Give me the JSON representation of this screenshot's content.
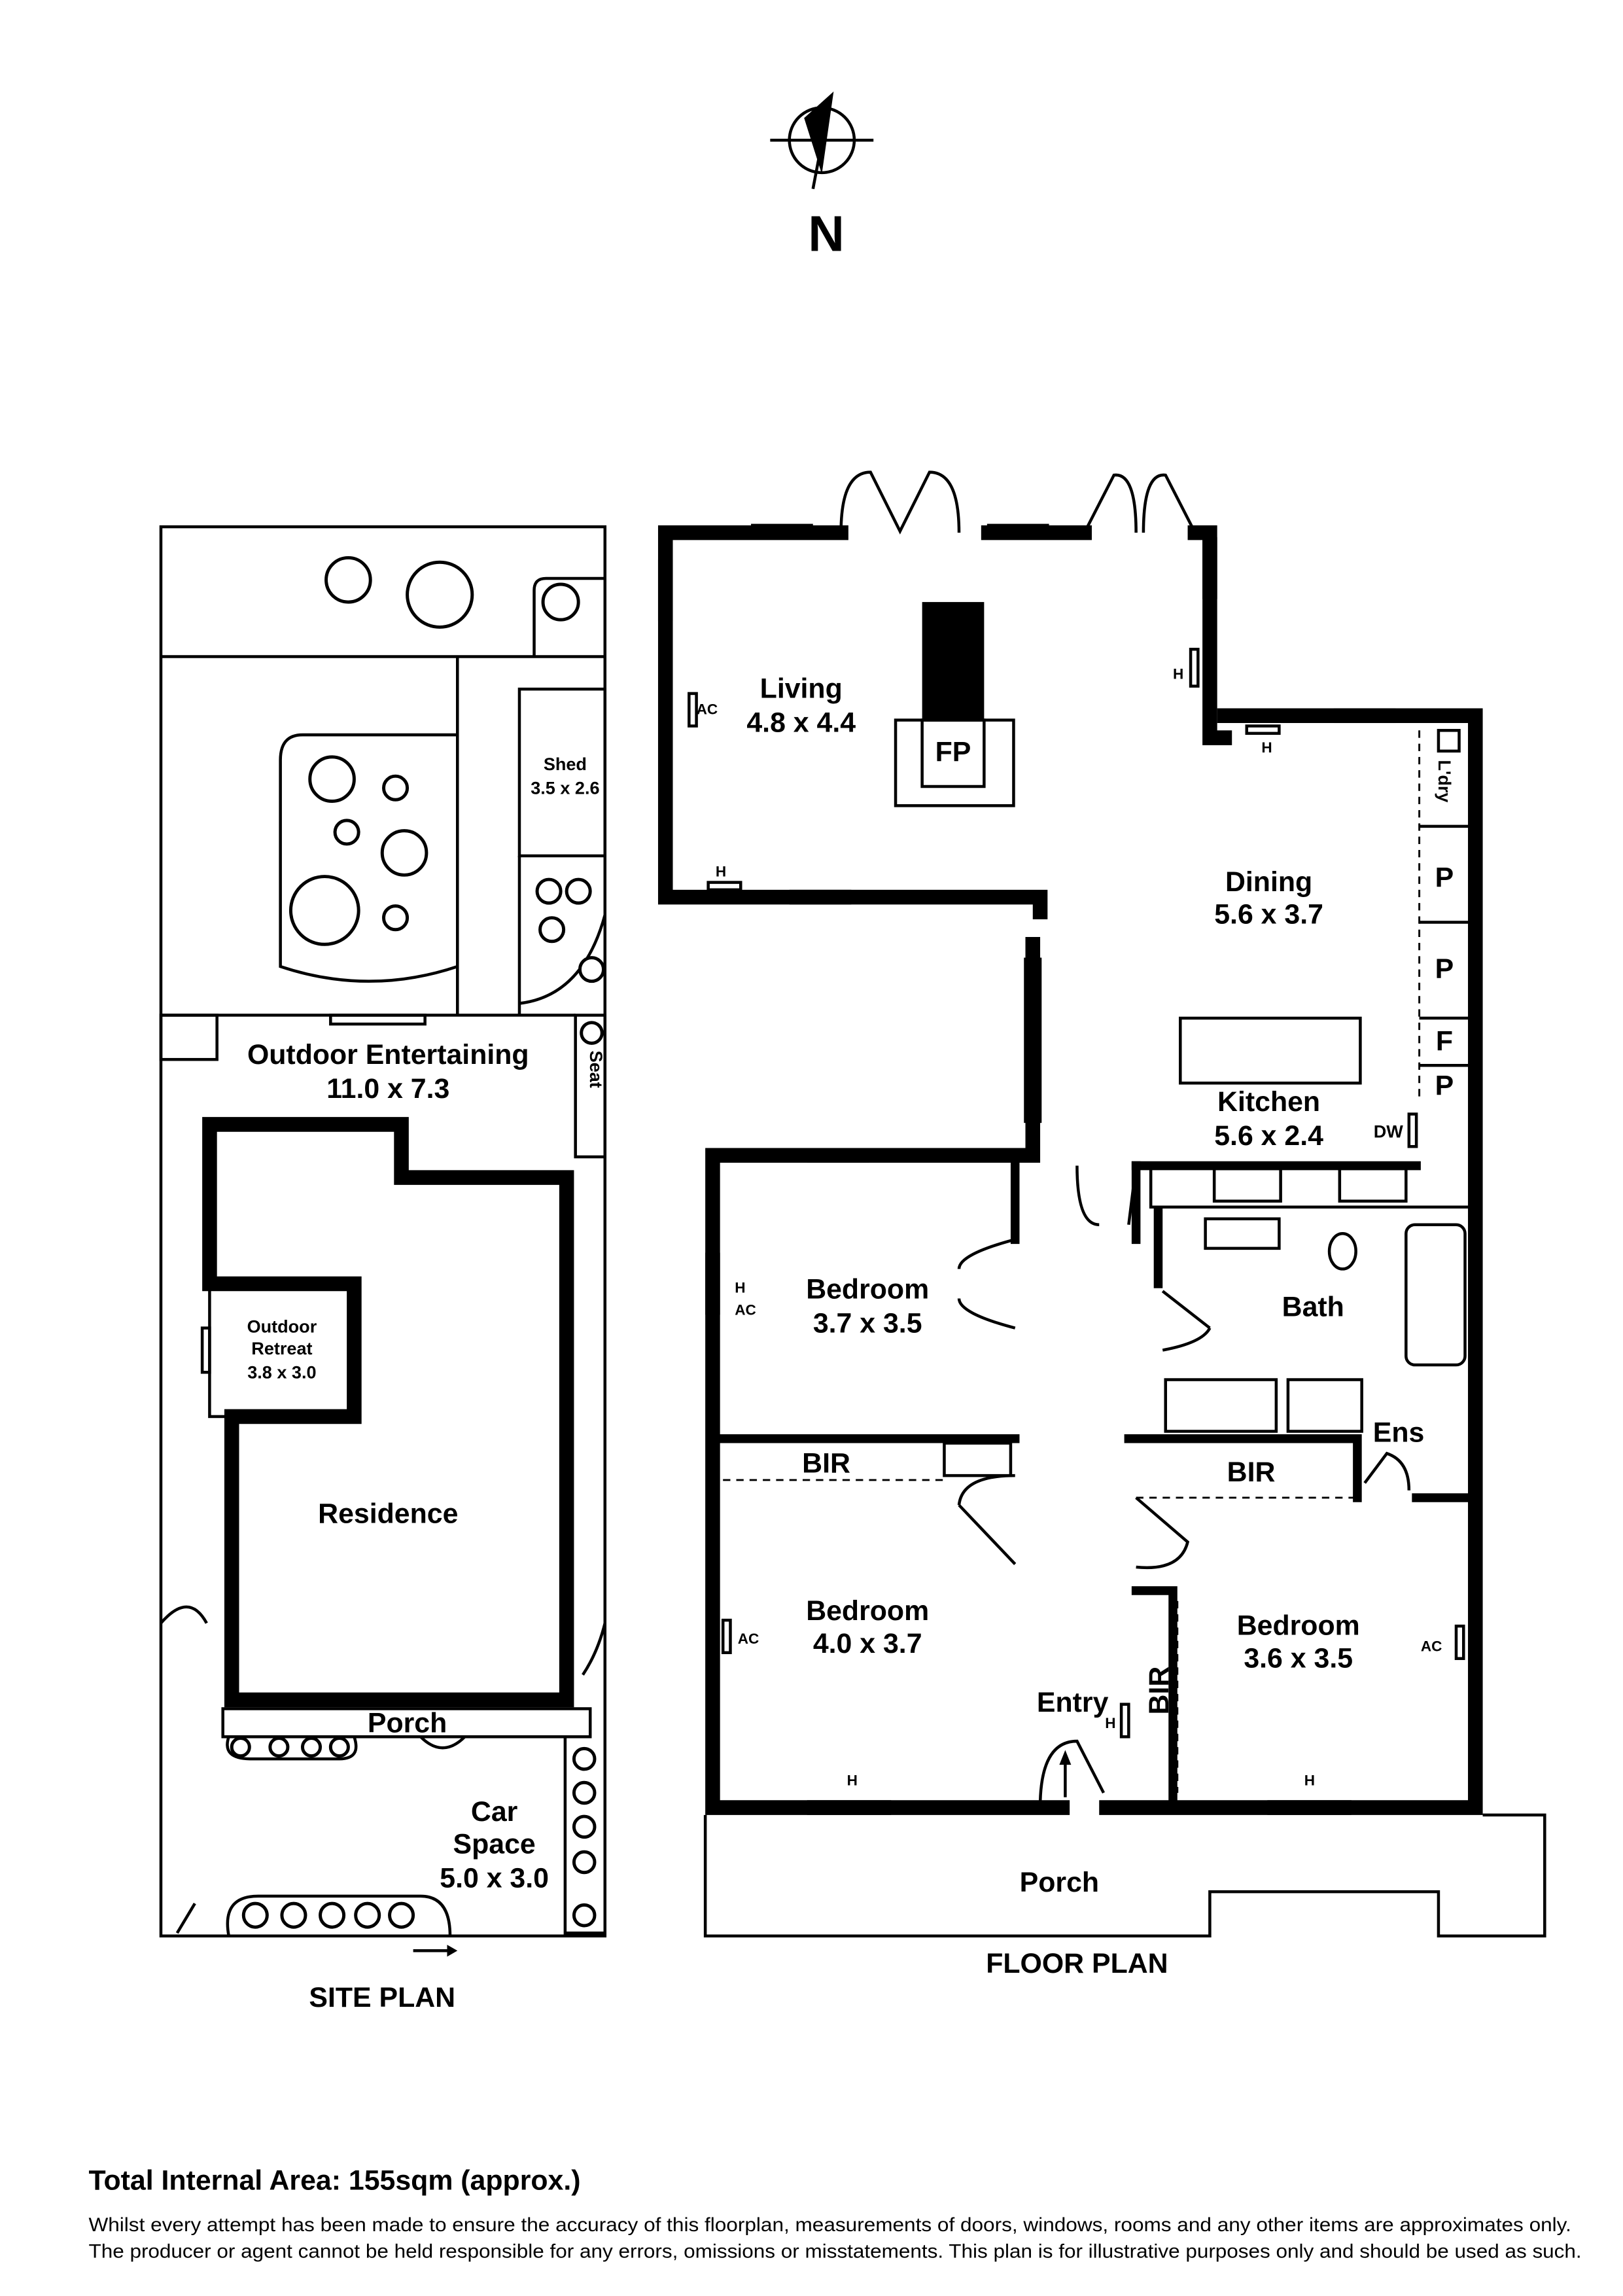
{
  "compass": {
    "label": "N"
  },
  "site_plan": {
    "title": "SITE PLAN",
    "shed": {
      "name": "Shed",
      "size": "3.5 x 2.6"
    },
    "outdoor_entertaining": {
      "name": "Outdoor Entertaining",
      "size": "11.0 x 7.3"
    },
    "seat": "Seat",
    "outdoor_retreat": {
      "name": "Outdoor",
      "name2": "Retreat",
      "size": "3.8 x 3.0"
    },
    "residence": "Residence",
    "porch": "Porch",
    "car_space": {
      "name": "Car",
      "name2": "Space",
      "size": "5.0 x 3.0"
    }
  },
  "floor_plan": {
    "title": "FLOOR PLAN",
    "rooms": {
      "living": {
        "name": "Living",
        "size": "4.8 x 4.4"
      },
      "fp": "FP",
      "dining": {
        "name": "Dining",
        "size": "5.6 x 3.7"
      },
      "kitchen": {
        "name": "Kitchen",
        "size": "5.6 x 2.4"
      },
      "bedroom1": {
        "name": "Bedroom",
        "size": "3.7 x 3.5"
      },
      "bedroom2": {
        "name": "Bedroom",
        "size": "4.0 x 3.7"
      },
      "bedroom3": {
        "name": "Bedroom",
        "size": "3.6 x 3.5"
      },
      "bath": "Bath",
      "ens": "Ens",
      "bir": "BIR",
      "entry": "Entry",
      "porch": "Porch",
      "ldry": "L'dry",
      "pantry": "P",
      "fridge": "F",
      "dw": "DW",
      "ac": "AC",
      "h": "H"
    }
  },
  "footer": {
    "total_area": "Total Internal Area: 155sqm (approx.)",
    "disclaimer1": "Whilst every attempt has been made to ensure the accuracy of this floorplan, measurements of doors, windows, rooms and any other items are approximates only.",
    "disclaimer2": "The producer or agent cannot be held responsible for any errors, omissions or misstatements. This plan is for illustrative purposes only and should be used as such."
  }
}
